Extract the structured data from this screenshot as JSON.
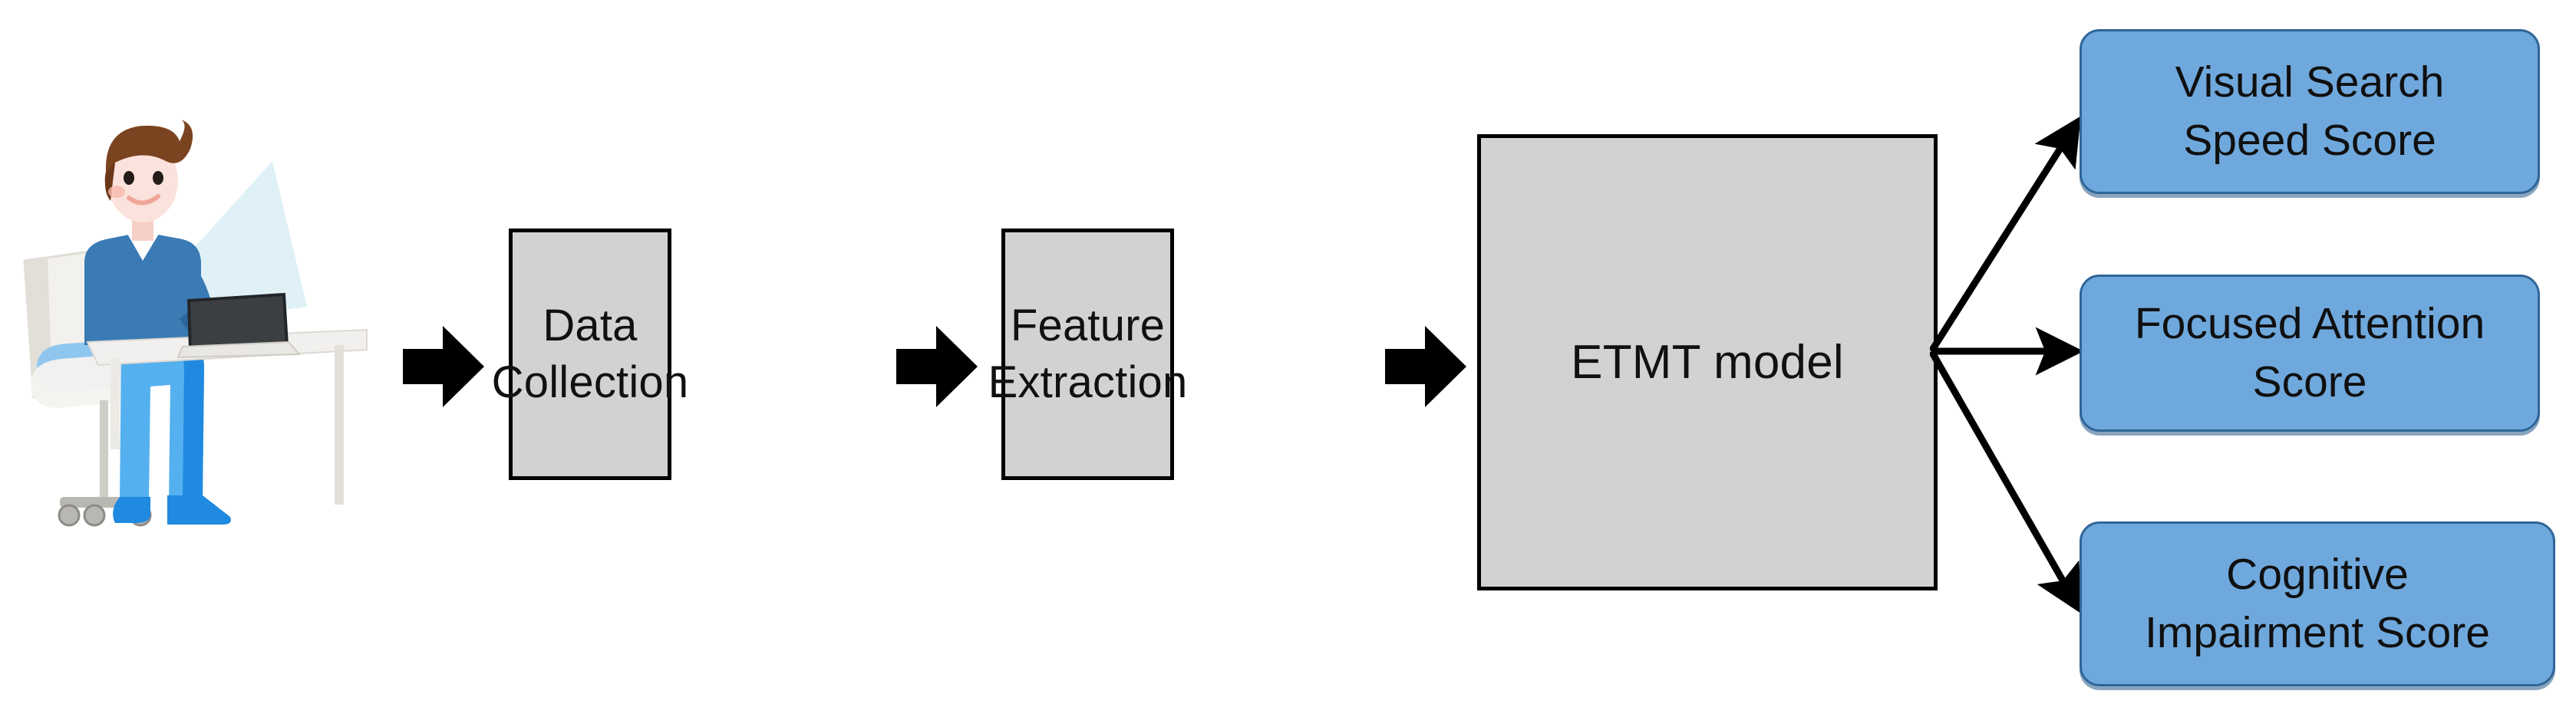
{
  "diagram": {
    "title": "ETMT model pipeline",
    "type": "flow-diagram"
  },
  "illustration": {
    "name": "person-at-desk-with-laptop",
    "colors": {
      "hair": "#7b4420",
      "skin": "#f9ded8",
      "shirt": "#3a7bb5",
      "shirt_shade": "#2b6699",
      "pants": "#1f8ae0",
      "pants_light": "#55b0ef",
      "shoe": "#1f8ae0",
      "desk": "#f1f0ee",
      "desk_edge": "#d9d7d2",
      "chair": "#f5f3ef",
      "chair_seat": "#8fc6ef",
      "chair_stem": "#cfcdc8",
      "laptop": "#3b3f42",
      "glow": "#d8eef5"
    }
  },
  "process_steps": [
    {
      "id": "data-collection",
      "label": "Data\nCollection"
    },
    {
      "id": "feature-extraction",
      "label": "Feature\nExtraction"
    },
    {
      "id": "etmt-model",
      "label": "ETMT model"
    }
  ],
  "connectors": {
    "block_arrows": [
      {
        "id": "arrow-to-data",
        "from": "illustration",
        "to": "data-collection",
        "style": "solid-block",
        "direction": "right"
      },
      {
        "id": "arrow-to-feature",
        "from": "data-collection",
        "to": "feature-extraction",
        "style": "solid-block",
        "direction": "right"
      },
      {
        "id": "arrow-to-model",
        "from": "feature-extraction",
        "to": "etmt-model",
        "style": "solid-block",
        "direction": "right"
      }
    ],
    "line_arrows": [
      {
        "id": "arrow-to-visual-search",
        "from": "etmt-model",
        "to": "visual-search-speed-score",
        "style": "thin-line",
        "direction": "up-right"
      },
      {
        "id": "arrow-to-focused-attention",
        "from": "etmt-model",
        "to": "focused-attention-score",
        "style": "thin-line",
        "direction": "right"
      },
      {
        "id": "arrow-to-cognitive-impairment",
        "from": "etmt-model",
        "to": "cognitive-impairment-score",
        "style": "thin-line",
        "direction": "down-right"
      }
    ]
  },
  "outputs": [
    {
      "id": "visual-search-speed-score",
      "label": "Visual Search\nSpeed Score"
    },
    {
      "id": "focused-attention-score",
      "label": "Focused Attention\nScore"
    },
    {
      "id": "cognitive-impairment-score",
      "label": "Cognitive\nImpairment Score"
    }
  ],
  "colors": {
    "process_box_fill": "#d2d2d2",
    "process_box_border": "#000000",
    "output_box_fill": "#6fa8dc",
    "output_box_border": "#2f6699",
    "arrow": "#000000",
    "background": "#ffffff",
    "text": "#111111"
  }
}
